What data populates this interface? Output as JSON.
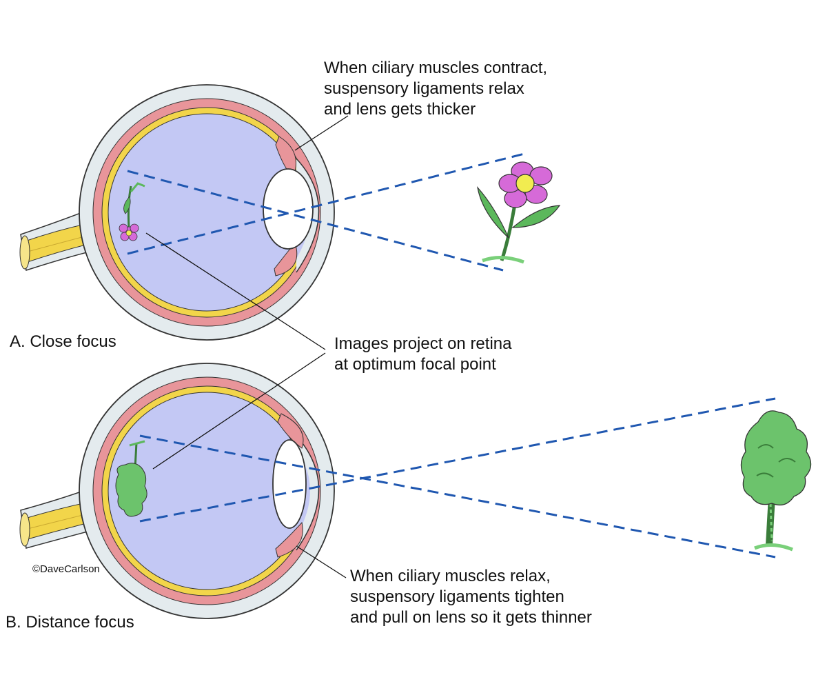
{
  "annotations": {
    "contract_line1": "When ciliary muscles contract,",
    "contract_line2": "suspensory ligaments relax",
    "contract_line3": "and lens gets thicker",
    "retina_line1": "Images project on retina",
    "retina_line2": "at optimum focal point",
    "relax_line1": "When ciliary muscles relax,",
    "relax_line2": "suspensory ligaments tighten",
    "relax_line3": "and pull on lens so it gets thinner"
  },
  "panels": {
    "a_label": "A. Close focus",
    "b_label": "B. Distance focus"
  },
  "credit": "©DaveCarlson",
  "colors": {
    "vitreous": "#c3c8f4",
    "choroid": "#e8959a",
    "retina_yellow": "#f2d54a",
    "sclera": "#e4ebee",
    "ray": "#1f57b0",
    "leaf": "#5cb85c",
    "petal": "#d66ad8",
    "flower_center": "#f1ec50"
  }
}
